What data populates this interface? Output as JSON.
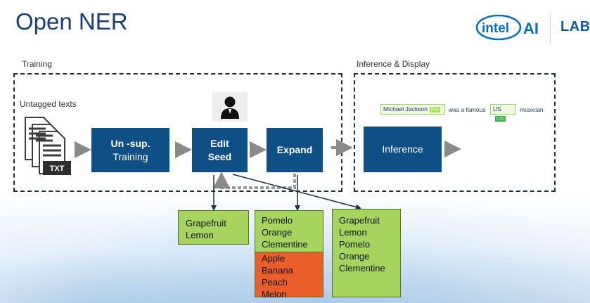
{
  "slide": {
    "title": "Open NER",
    "logo": {
      "intel_text": "intel",
      "ai_text": "AI",
      "lab_text": "LAB"
    }
  },
  "training": {
    "label": "Training",
    "untagged_label": "Untagged texts",
    "file_icon_text": "TXT",
    "nodes": {
      "unsup_line1": "Un -sup.",
      "unsup_line2": "Training",
      "edit_line1": "Edit",
      "edit_line2": "Seed",
      "expand": "Expand"
    }
  },
  "inference": {
    "label": "Inference & Display",
    "node": "Inference",
    "example": {
      "entity1": "Michael Jackson",
      "tag1": "PER",
      "middle": "was a famous",
      "entity2": "US",
      "tag2": "LOC",
      "end": "musician"
    }
  },
  "lists": {
    "seed": [
      "Grapefruit",
      "Lemon"
    ],
    "expanded_good": [
      "Pomelo",
      "Orange",
      "Clementine"
    ],
    "expanded_bad": [
      "Apple",
      "Banana",
      "Peach",
      "Melon"
    ],
    "final": [
      "Grapefruit",
      "Lemon",
      "Pomelo",
      "Orange",
      "Clementine"
    ]
  },
  "colors": {
    "node_blue": "#0e4f86",
    "title_blue": "#1b3f72",
    "list_green": "#a6d45e",
    "list_orange": "#ea5e2a",
    "arrow_gray": "#8a8a8a",
    "dashed_border": "#1d2d48"
  }
}
